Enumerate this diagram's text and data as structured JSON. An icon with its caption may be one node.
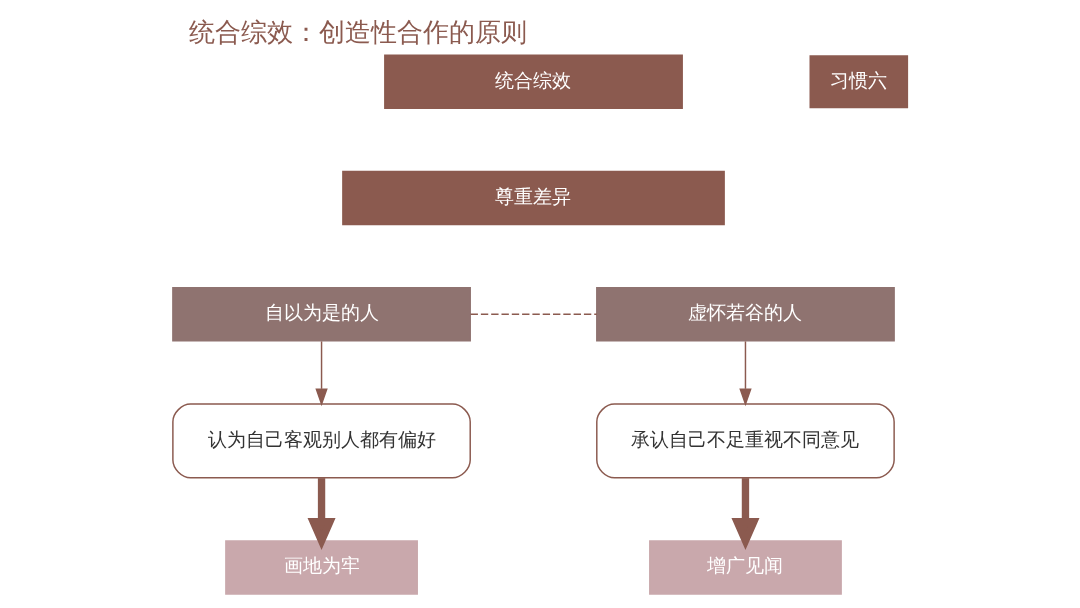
{
  "diagram": {
    "title": "统合综效：创造性合作的原则",
    "nodes": [
      {
        "text": [
          "统合综效"
        ]
      },
      {
        "text": [
          "尊重差异"
        ]
      },
      {
        "text": [
          "自以为是的人"
        ]
      },
      {
        "text": [
          "虚怀若谷的人"
        ]
      },
      {
        "text": [
          "认为自己客观别人都有偏好"
        ]
      },
      {
        "text": [
          "承认自己不足重视不同意见"
        ]
      },
      {
        "text": [
          "画地为牢"
        ]
      },
      {
        "text": [
          "增广见闻"
        ]
      }
    ],
    "edges": [
      {
        "from": 2,
        "to": 3,
        "arrow": "none",
        "style": "dashed"
      },
      {
        "from": 2,
        "to": 4,
        "arrow": "to"
      },
      {
        "from": 3,
        "to": 5,
        "arrow": "to"
      },
      {
        "from": 4,
        "to": 6,
        "arrow": "to",
        "style": "thick"
      },
      {
        "from": 5,
        "to": 7,
        "arrow": "to",
        "style": "thick"
      }
    ],
    "labels": [
      "习惯六"
    ]
  }
}
